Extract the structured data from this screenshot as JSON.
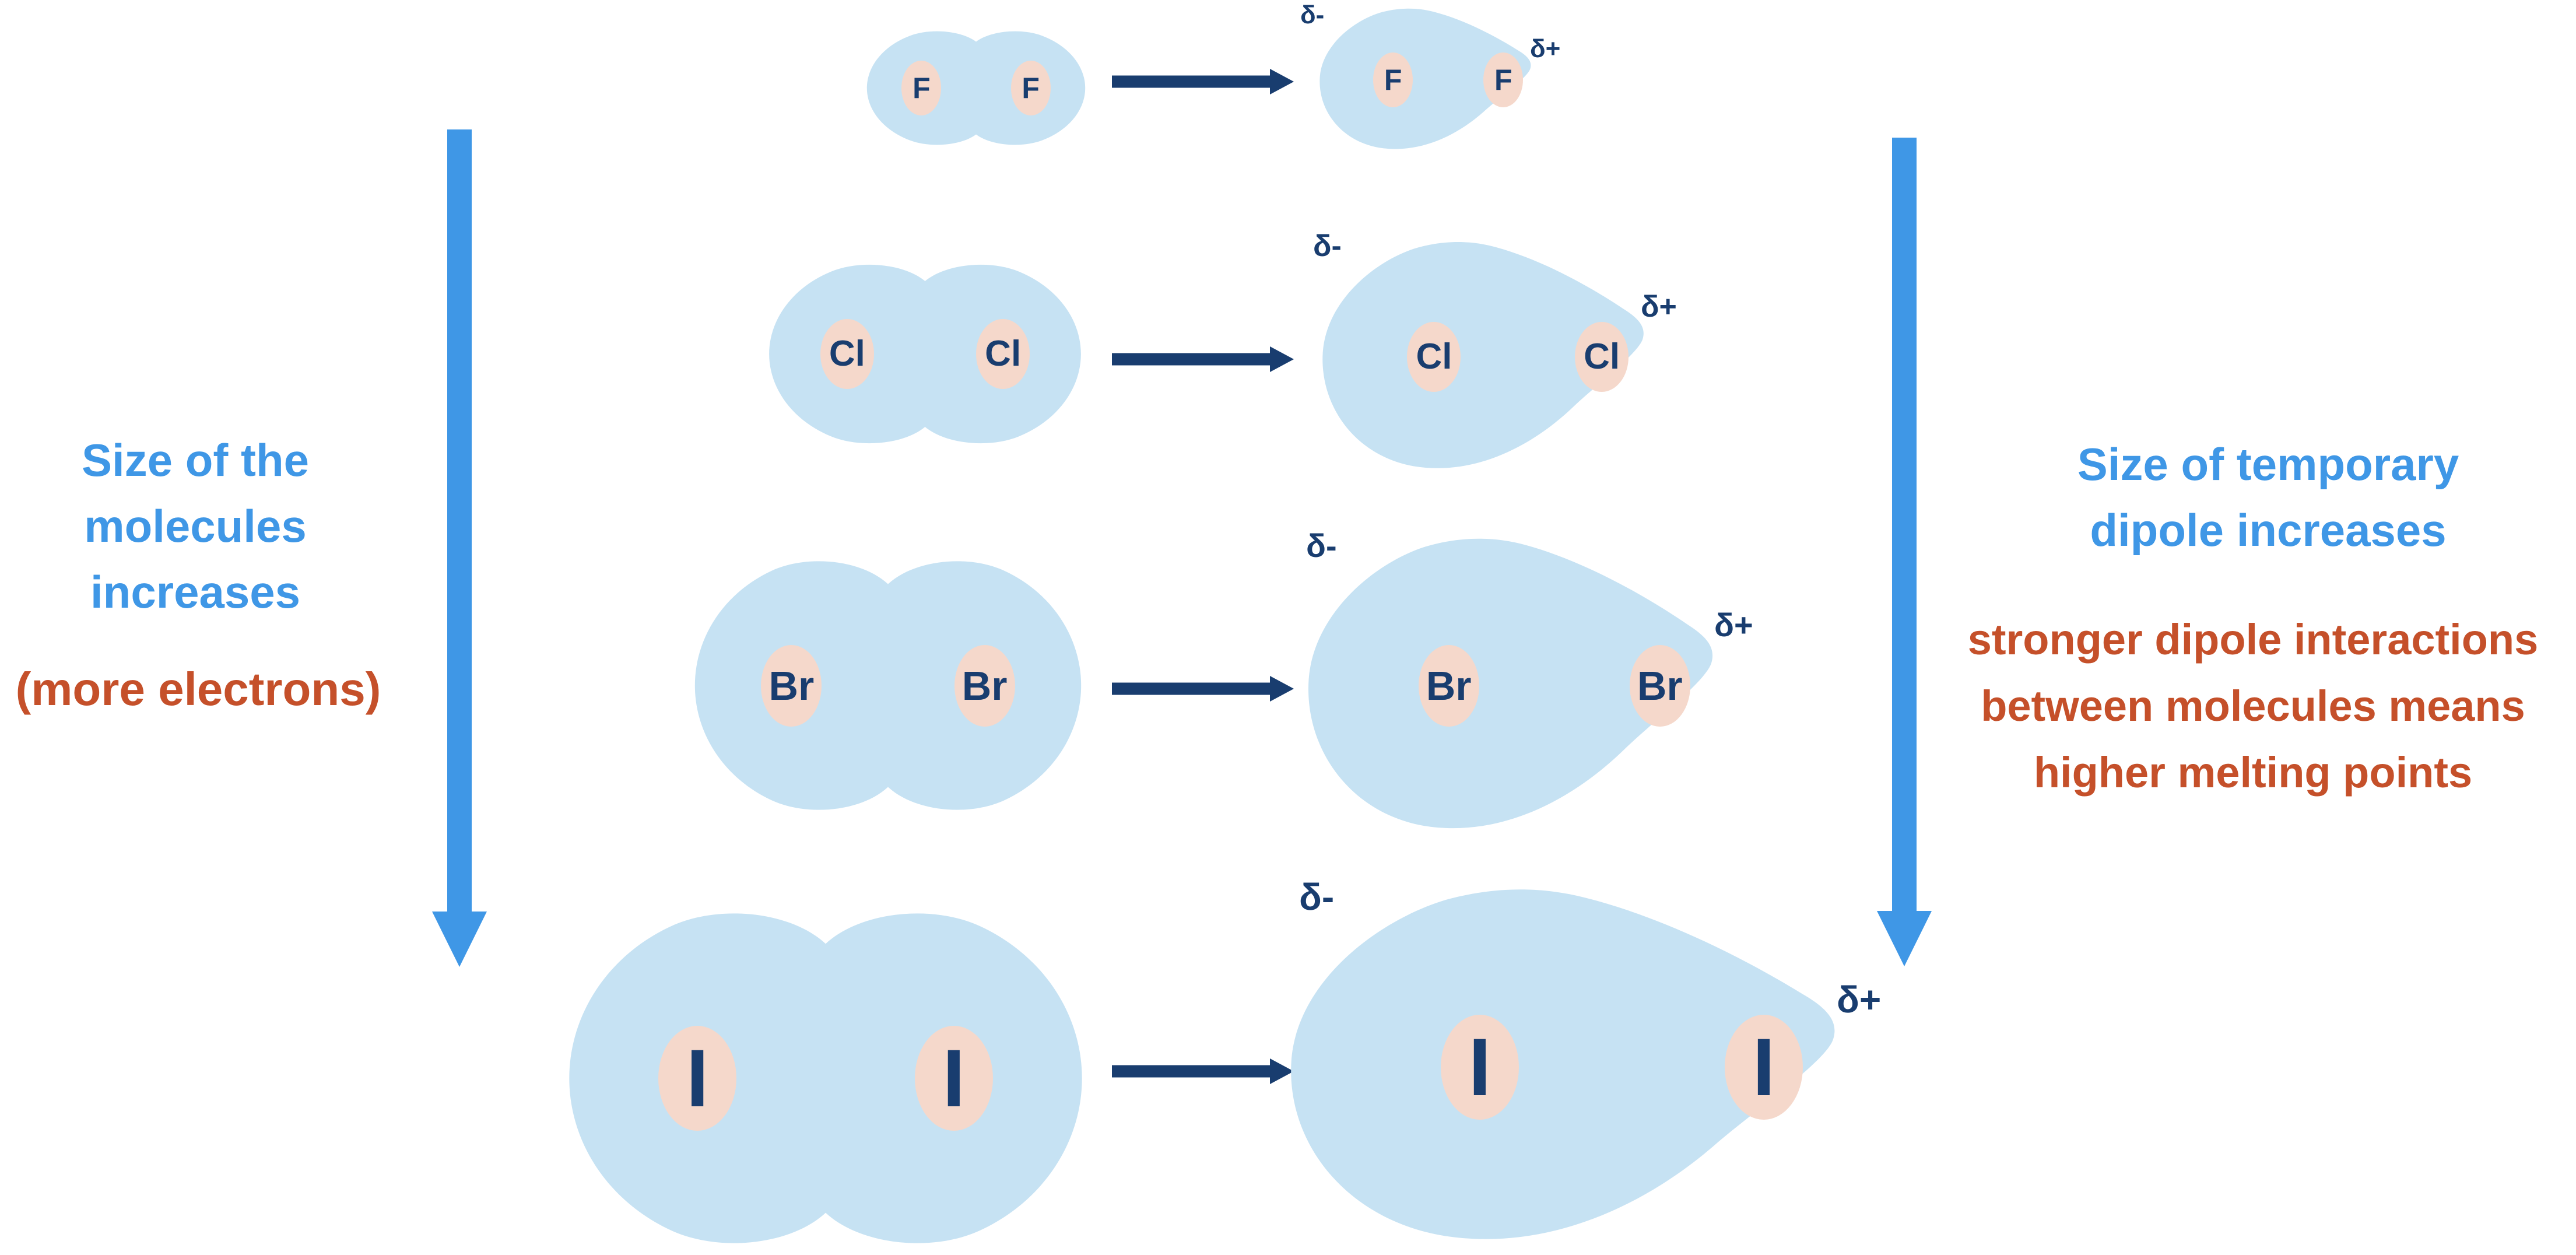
{
  "colors": {
    "cloud": "#c6e2f3",
    "atom": "#f5d8cb",
    "navy": "#193d6f",
    "blue": "#3f97e6",
    "orange": "#c5502a"
  },
  "molecules": [
    {
      "symbol": "F",
      "delta_minus": "δ-",
      "delta_plus": "δ+"
    },
    {
      "symbol": "Cl",
      "delta_minus": "δ-",
      "delta_plus": "δ+"
    },
    {
      "symbol": "Br",
      "delta_minus": "δ-",
      "delta_plus": "δ+"
    },
    {
      "symbol": "I",
      "delta_minus": "δ-",
      "delta_plus": "δ+"
    }
  ],
  "captions": {
    "left": {
      "blue_lines": [
        "Size of the",
        "molecules",
        "increases"
      ],
      "orange_lines": [
        "(more electrons)"
      ]
    },
    "right": {
      "blue_lines": [
        "Size of temporary",
        "dipole increases"
      ],
      "orange_lines": [
        "stronger dipole interactions",
        "between molecules means",
        "higher melting points"
      ]
    }
  }
}
